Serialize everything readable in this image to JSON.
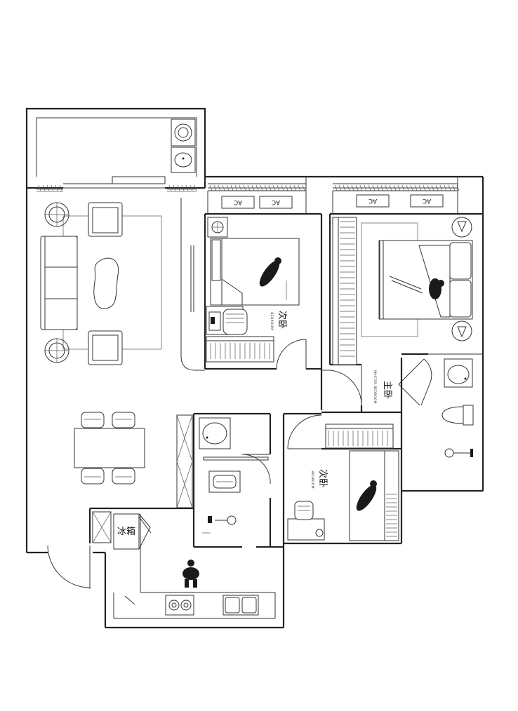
{
  "rooms": {
    "master_bedroom": {
      "cn": "主卧",
      "en": "MASTER BEDROOM"
    },
    "second_bedroom_top": {
      "cn": "次卧",
      "en": "BEDROOM"
    },
    "second_bedroom_bottom": {
      "cn": "次卧",
      "en": "BEDROOM"
    }
  },
  "fridge_label": "冰箱",
  "ac_label": "AC"
}
